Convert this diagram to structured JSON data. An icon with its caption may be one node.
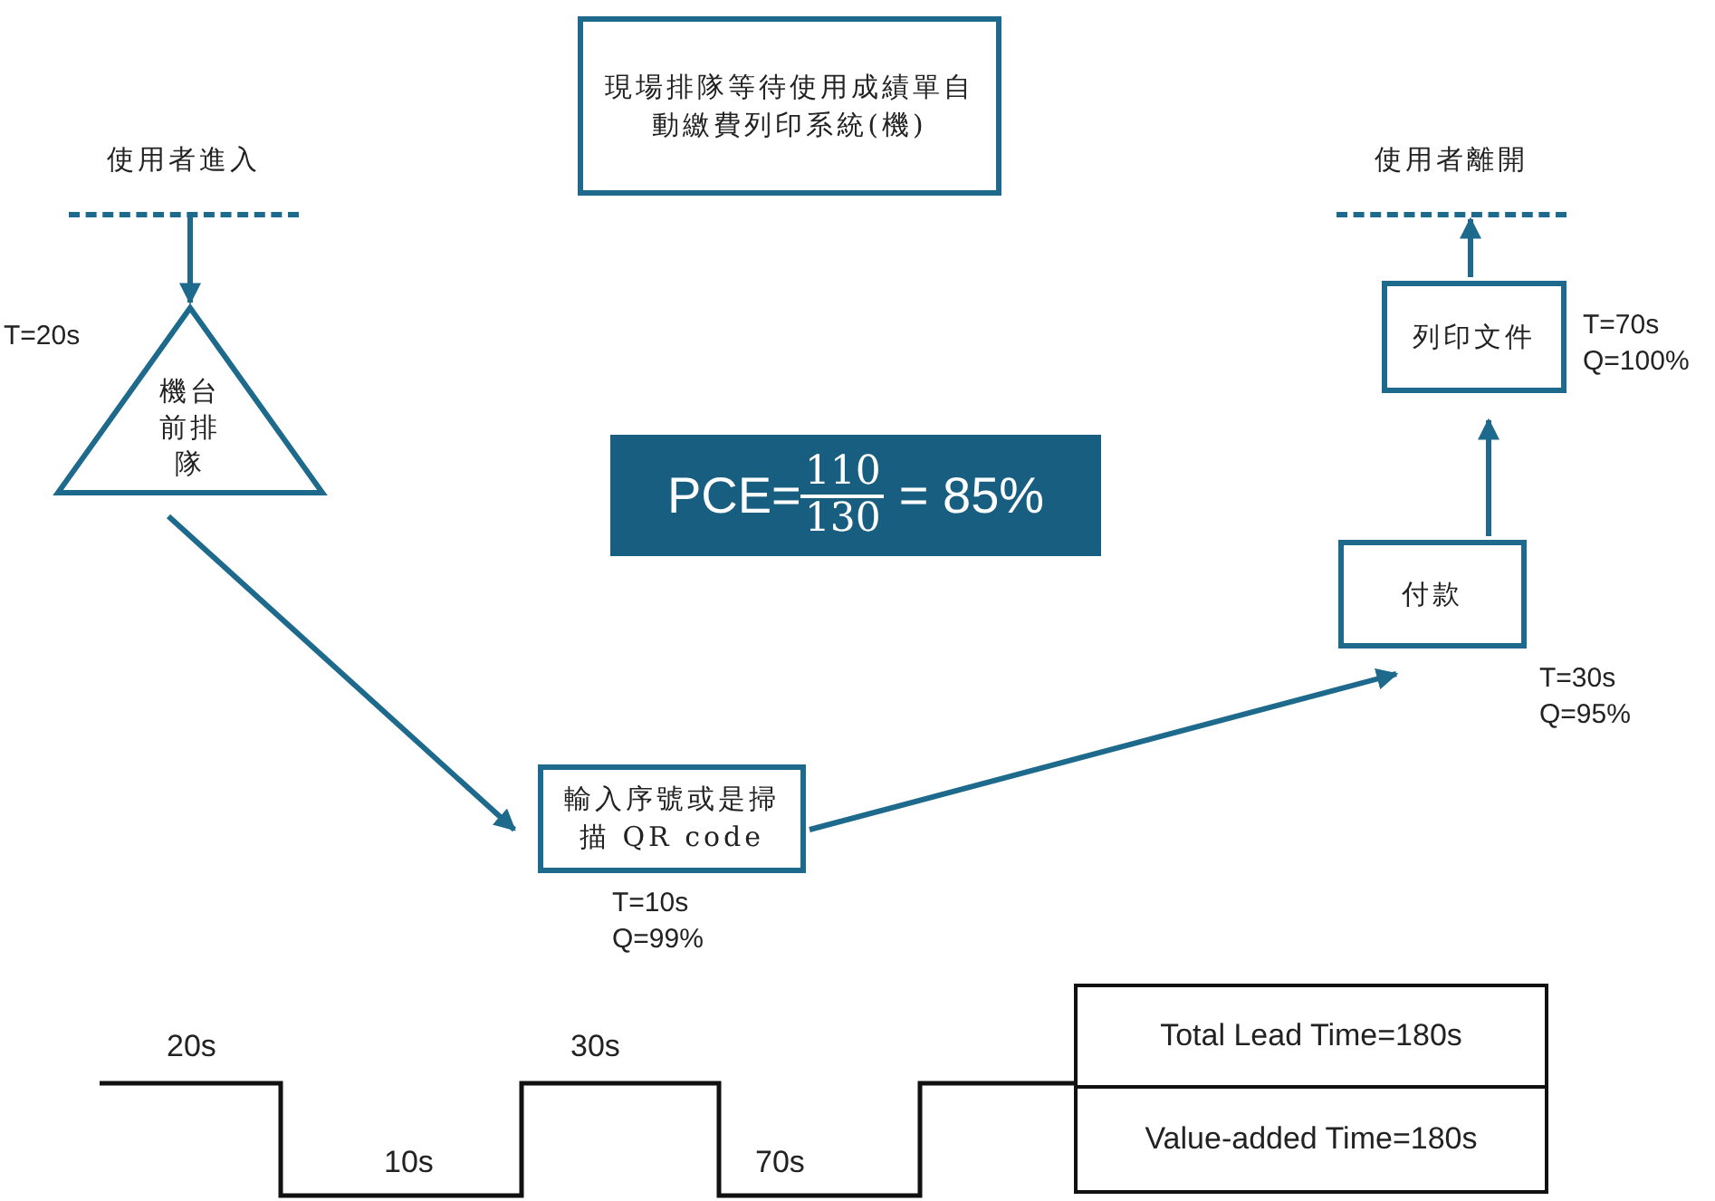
{
  "diagram": {
    "nodes": [
      {
        "text": [
          "使用者進入"
        ]
      },
      {
        "text": [
          "機台前排隊"
        ],
        "beside": [
          "T=20s"
        ]
      },
      {
        "text": [
          "輸入序號或是掃描 QR code"
        ],
        "beside": [
          "T=10s",
          "Q=99%"
        ]
      },
      {
        "text": [
          "付款"
        ],
        "beside": [
          "T=30s",
          "Q=95%"
        ]
      },
      {
        "text": [
          "列印文件"
        ],
        "beside": [
          "T=70s",
          "Q=100%"
        ]
      },
      {
        "text": [
          "使用者離開"
        ]
      },
      {
        "text": [
          "現場排隊等待使用成績單自動繳費列印系統(機)"
        ]
      },
      {
        "text": [
          "PCE=",
          "110",
          "130",
          "= 85%"
        ]
      }
    ],
    "edges": [
      {
        "from": 0,
        "to": 1,
        "arrow": "to"
      },
      {
        "from": 1,
        "to": 2,
        "arrow": "to"
      },
      {
        "from": 2,
        "to": 3,
        "arrow": "to"
      },
      {
        "from": 3,
        "to": 4,
        "arrow": "to"
      },
      {
        "from": 4,
        "to": 5,
        "arrow": "to"
      }
    ],
    "labels": [
      "20s",
      "30s",
      "Total Lead Time=180s",
      "10s",
      "70s",
      "Value-added Time=180s"
    ]
  }
}
